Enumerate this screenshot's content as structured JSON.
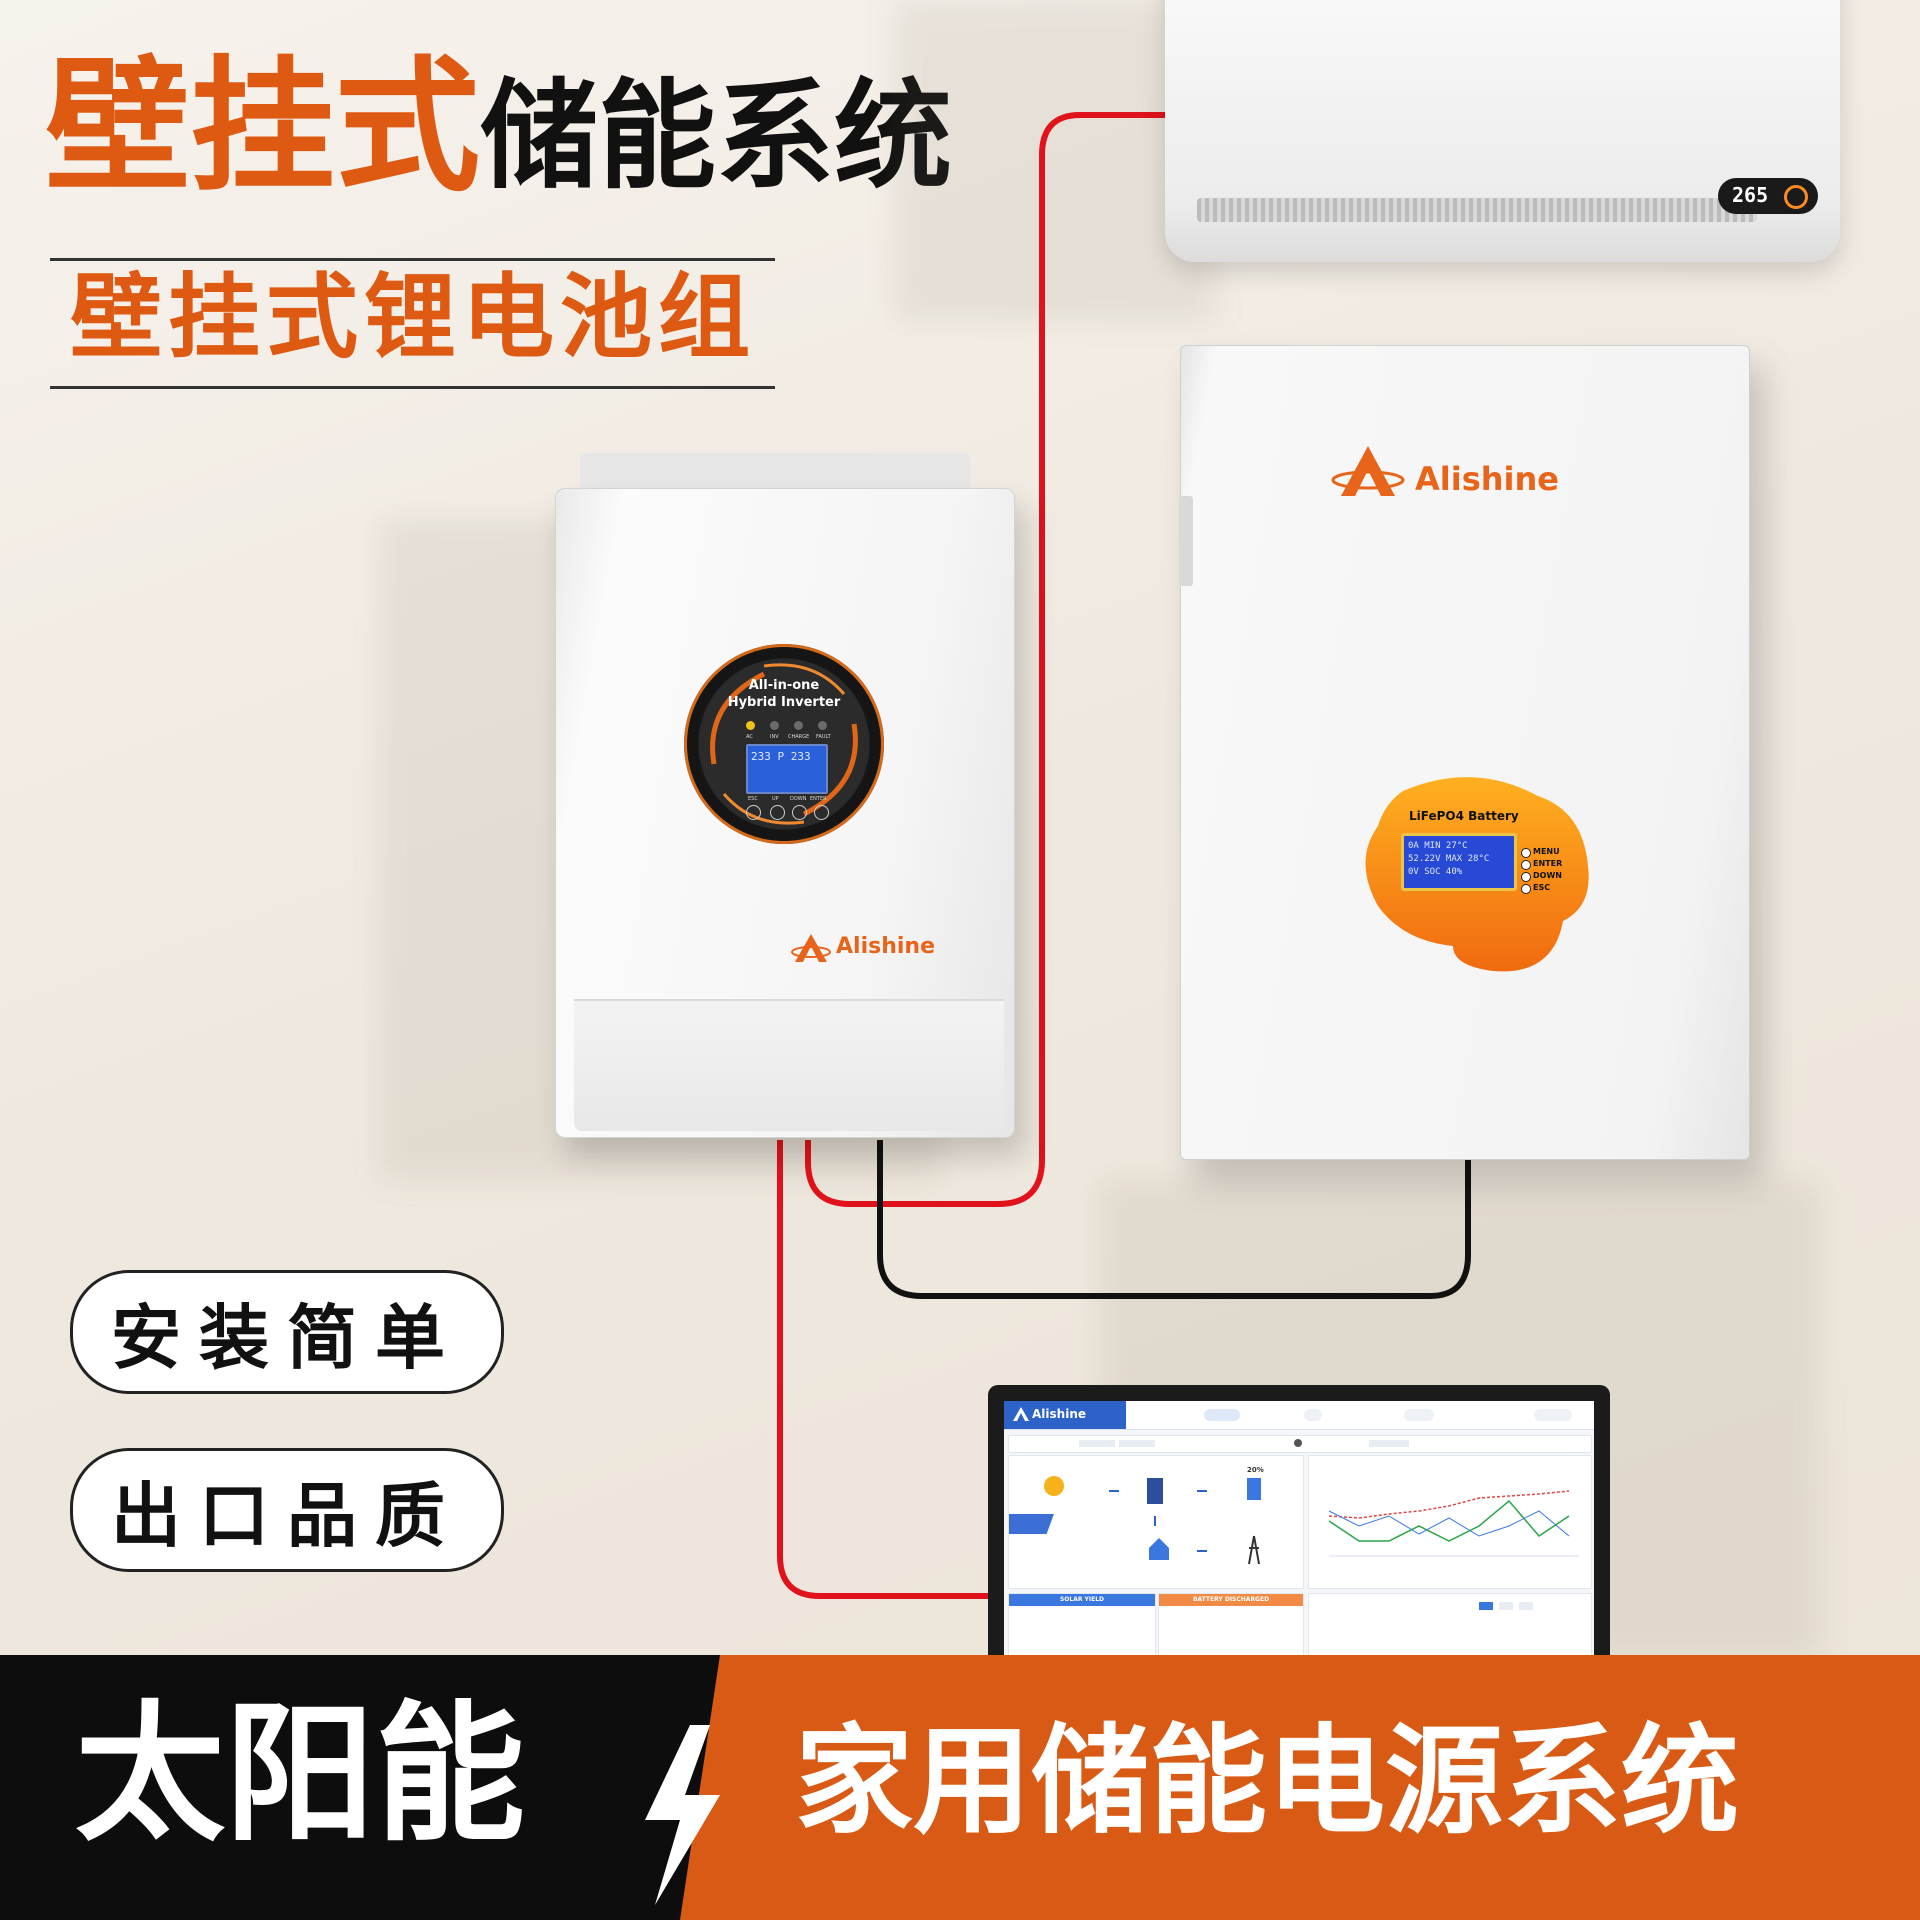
{
  "headline": {
    "part_orange": "壁挂式",
    "part_black": "储能系统",
    "subtitle": "壁挂式锂电池组"
  },
  "ac": {
    "display": "265"
  },
  "inverter": {
    "title_line1": "All-in-one",
    "title_line2": "Hybrid Inverter",
    "leds": [
      "AC",
      "INV",
      "CHARGE",
      "FAULT"
    ],
    "lcd": "233 P 233",
    "buttons": [
      "ESC",
      "UP",
      "DOWN",
      "ENTER"
    ],
    "brand": "Alishine"
  },
  "battery": {
    "brand": "Alishine",
    "label": "LiFePO4 Battery",
    "lcd_lines": [
      "0A MIN 27°C",
      "52.22V MAX 28°C",
      "0V SOC  40%"
    ],
    "buttons": [
      "MENU",
      "ENTER",
      "DOWN",
      "ESC"
    ]
  },
  "features": [
    "安装简单",
    "出口品质"
  ],
  "monitor": {
    "brand": "Alishine",
    "yield_labels": [
      "SOLAR YIELD",
      "BATTERY DISCHARGED"
    ],
    "soc": "20%"
  },
  "banner": {
    "left": "太阳能",
    "right": "家用储能电源系统"
  },
  "colors": {
    "accent": "#de5a12",
    "banner_orange": "#d95a14",
    "banner_black": "#0d0d0d",
    "cable_red": "#e0121b",
    "cable_black": "#111111",
    "brand_blue": "#2d62c8"
  }
}
